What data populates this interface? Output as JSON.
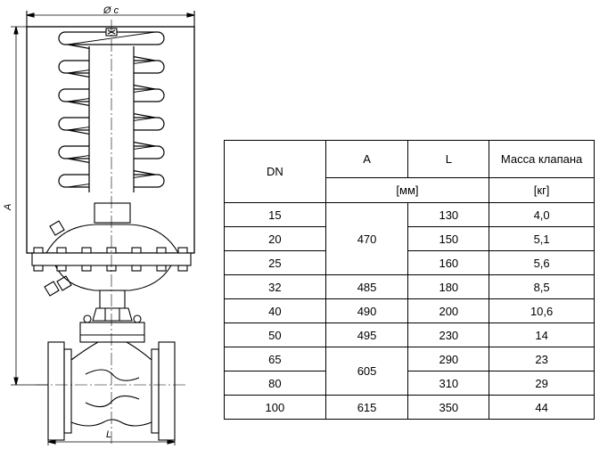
{
  "drawing": {
    "dim_diameter": "Ø c",
    "dim_height": "A",
    "dim_length": "L"
  },
  "table": {
    "headers": {
      "dn": "DN",
      "a": "A",
      "l": "L",
      "mass": "Масса клапана"
    },
    "units": {
      "mm": "[мм]",
      "kg": "[кг]"
    },
    "rows": [
      {
        "dn": "15",
        "a": "470",
        "l": "130",
        "mass": "4,0"
      },
      {
        "dn": "20",
        "l": "150",
        "mass": "5,1"
      },
      {
        "dn": "25",
        "l": "160",
        "mass": "5,6"
      },
      {
        "dn": "32",
        "a": "485",
        "l": "180",
        "mass": "8,5"
      },
      {
        "dn": "40",
        "a": "490",
        "l": "200",
        "mass": "10,6"
      },
      {
        "dn": "50",
        "a": "495",
        "l": "230",
        "mass": "14"
      },
      {
        "dn": "65",
        "a": "605",
        "l": "290",
        "mass": "23"
      },
      {
        "dn": "80",
        "l": "310",
        "mass": "29"
      },
      {
        "dn": "100",
        "a": "615",
        "l": "350",
        "mass": "44"
      }
    ]
  }
}
